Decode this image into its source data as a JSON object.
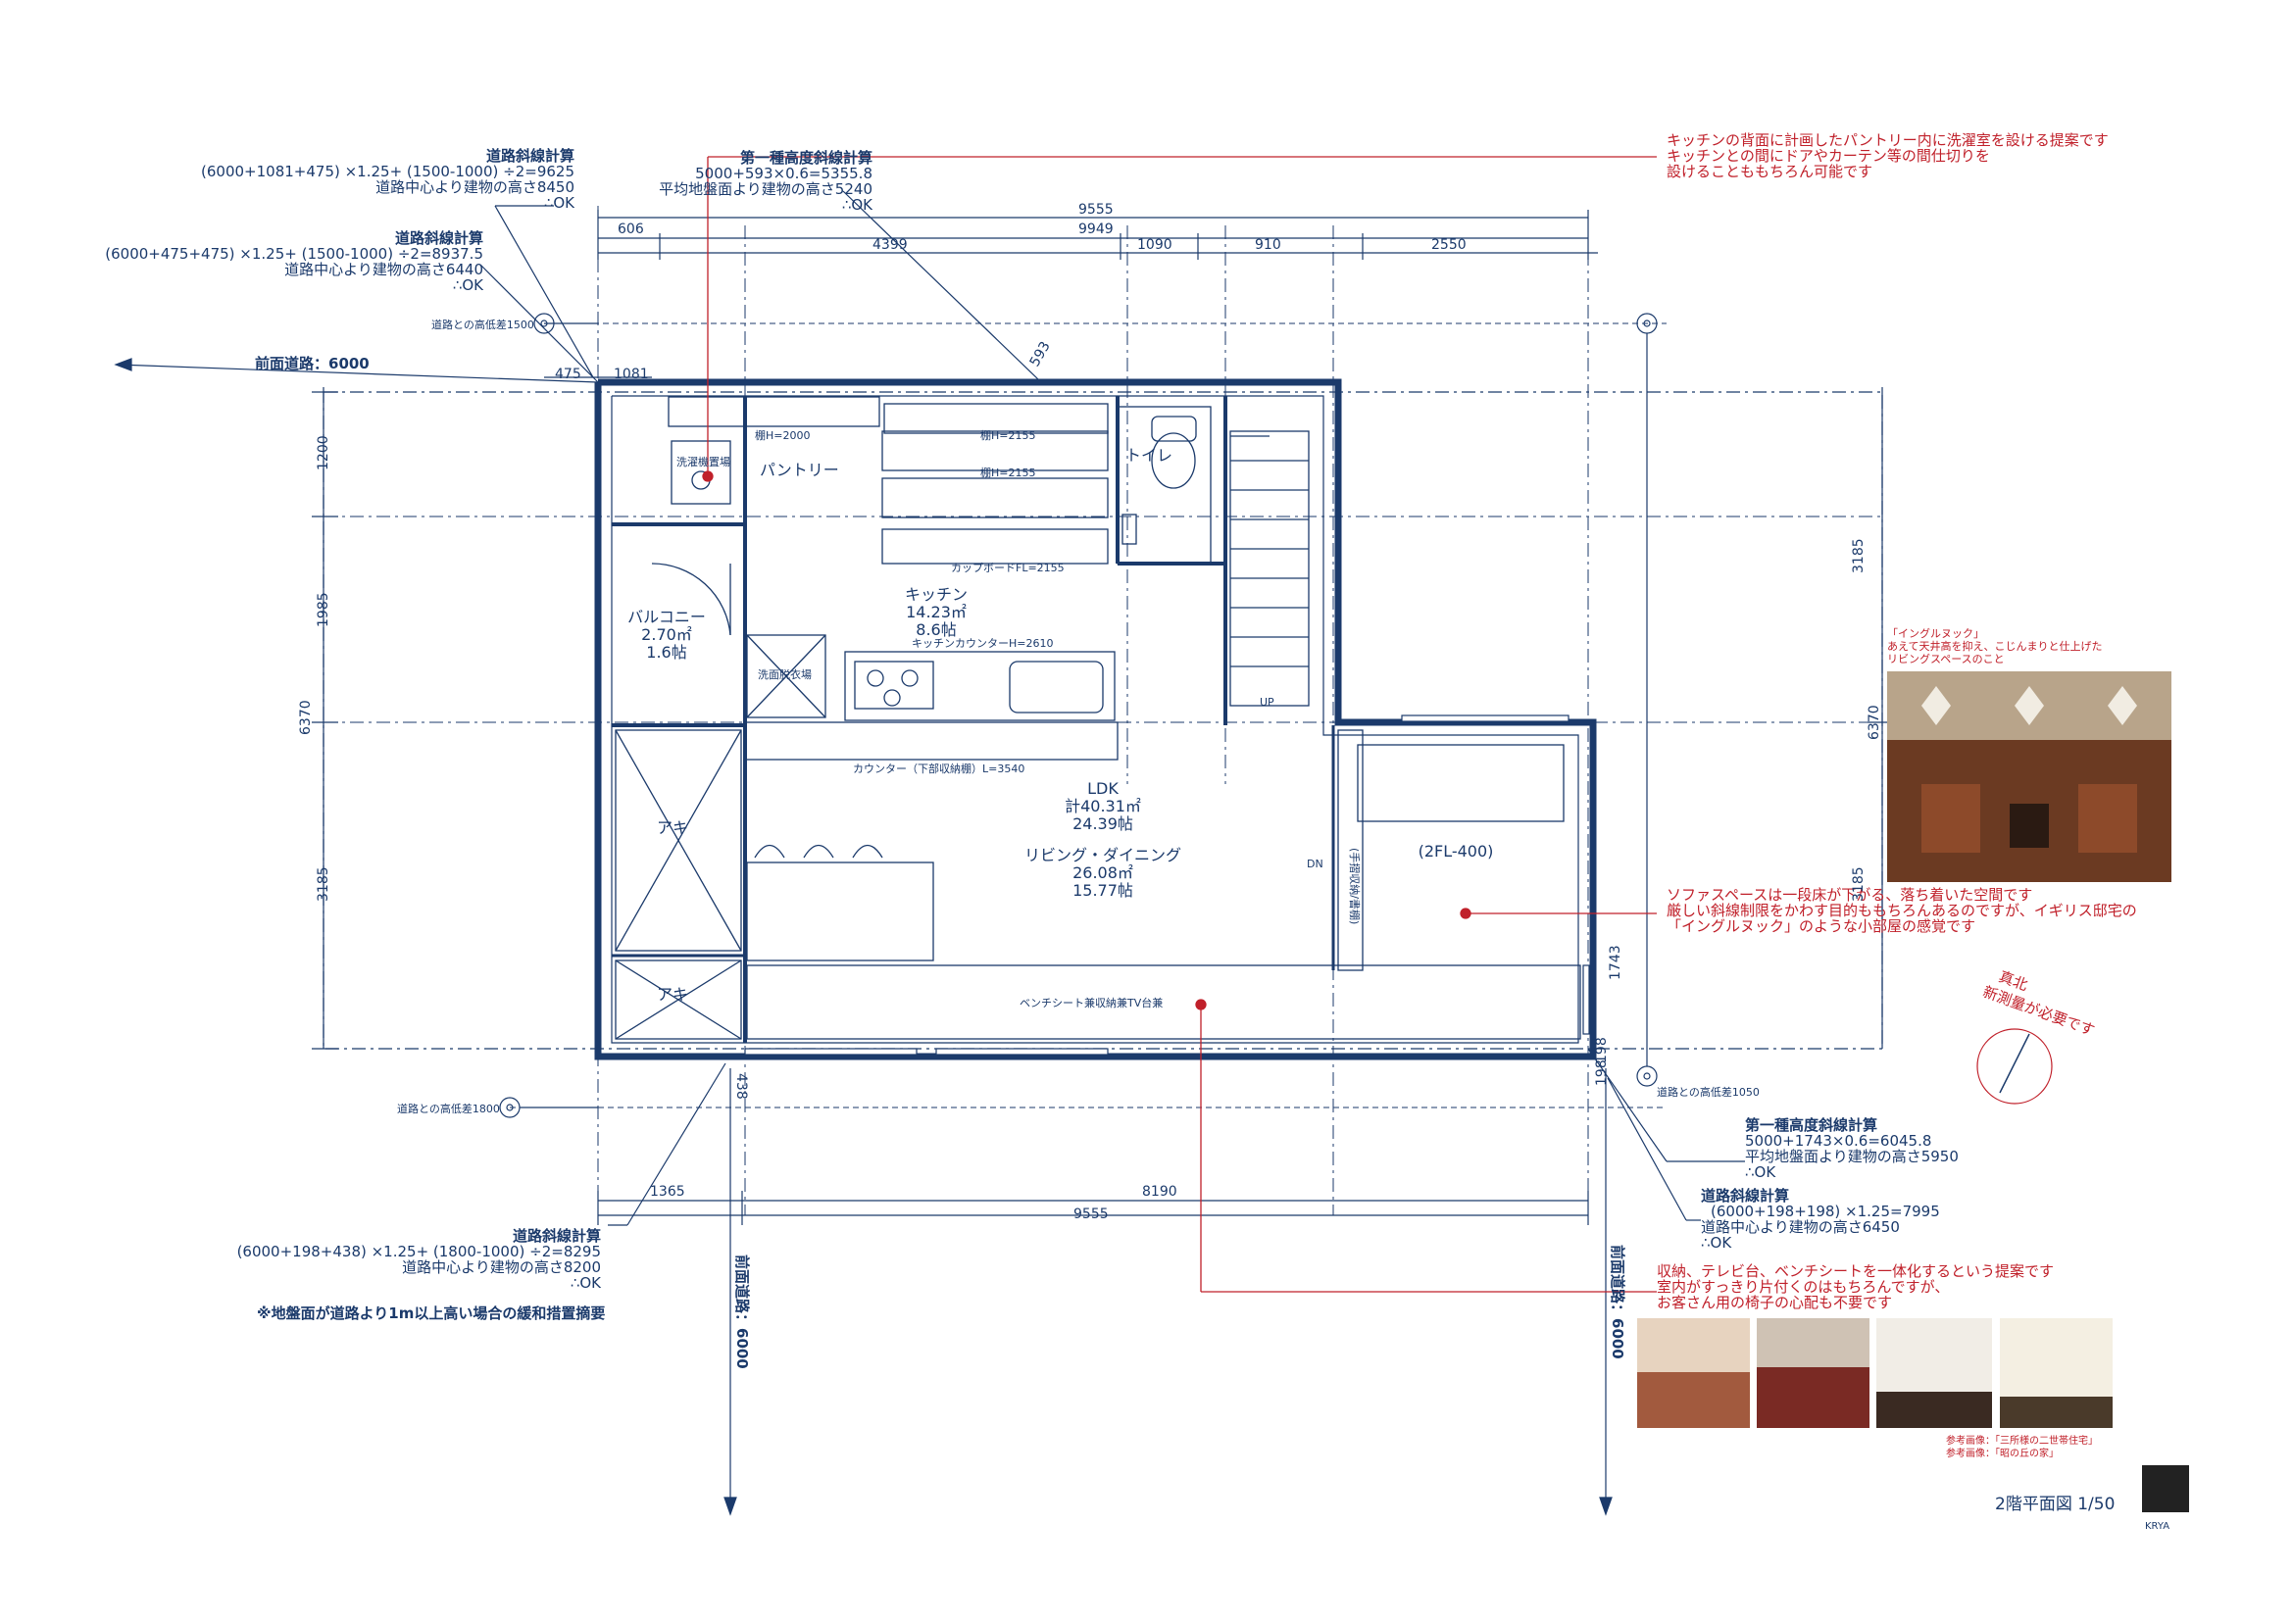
{
  "sheet": {
    "title": "2階平面図 1/50",
    "logo_text": "KRYA"
  },
  "notes": {
    "road_diag_top_1": [
      "道路斜線計算",
      "(6000+1081+475) ×1.25+ (1500-1000) ÷2=9625",
      "道路中心より建物の高さ8450",
      "∴OK"
    ],
    "road_diag_top_2": [
      "道路斜線計算",
      "(6000+475+475) ×1.25+ (1500-1000) ÷2=8937.5",
      "道路中心より建物の高さ6440",
      "∴OK"
    ],
    "height_diag_top": [
      "第一種高度斜線計算",
      "5000+593×0.6=5355.8",
      "平均地盤面より建物の高さ5240",
      "∴OK"
    ],
    "height_diag_right": [
      "第一種高度斜線計算",
      "5000+1743×0.6=6045.8",
      "平均地盤面より建物の高さ5950",
      "∴OK"
    ],
    "road_diag_right": [
      "道路斜線計算",
      "(6000+198+198) ×1.25=7995",
      "道路中心より建物の高さ6450",
      "∴OK"
    ],
    "road_diag_bottom": [
      "道路斜線計算",
      "(6000+198+438) ×1.25+ (1800-1000) ÷2=8295",
      "道路中心より建物の高さ8200",
      "∴OK"
    ],
    "ground_note": "※地盤面が道路より1m以上高い場合の緩和措置摘要",
    "level_diff_1500": "道路との高低差1500",
    "level_diff_1800": "道路との高低差1800",
    "level_diff_1050": "道路との高低差1050"
  },
  "proposals": {
    "pantry": [
      "キッチンの背面に計画したパントリー内に洗濯室を設ける提案です",
      "キッチンとの間にドアやカーテン等の間仕切りを",
      "設けることももちろん可能です"
    ],
    "sofa": [
      "ソファスペースは一段床が下がる、落ち着いた空間です",
      "厳しい斜線制限をかわす目的ももちろんあるのですが、イギリス邸宅の",
      "「イングルヌック」のような小部屋の感覚です"
    ],
    "bench": [
      "収納、テレビ台、ベンチシートを一体化するという提案です",
      "室内がすっきり片付くのはもちろんですが、",
      "お客さん用の椅子の心配も不要です"
    ],
    "north": [
      "真北",
      "新測量が必要です"
    ],
    "ingle_caption": [
      "「イングルヌック」",
      "あえて天井高を抑え、こじんまりと仕上げた",
      "リビングスペースのこと"
    ],
    "photo_refs": [
      "参考画像：「三所様の二世帯住宅」",
      "参考画像：「昭の丘の家」"
    ]
  },
  "roads": {
    "front_top": "前面道路：6000",
    "front_bottom_left": "前面道路：6000",
    "front_bottom_right": "前面道路：6000"
  },
  "dimensions": {
    "top_9555": "9555",
    "top_9949": "9949",
    "top_606": "606",
    "top_4399": "4399",
    "top_1090": "1090",
    "top_910": "910",
    "top_2550": "2550",
    "top_475": "475",
    "top_1081": "1081",
    "top_593": "593",
    "left_1200": "1200",
    "left_1985": "1985",
    "left_6370": "6370",
    "left_3185": "3185",
    "right_3185a": "3185",
    "right_6370": "6370",
    "right_3185b": "3185",
    "right_1743": "1743",
    "right_198a": "198",
    "right_198b": "198",
    "bottom_438": "438",
    "bottom_1365": "1365",
    "bottom_8190": "8190",
    "bottom_9555": "9555"
  },
  "rooms": {
    "pantry": "パントリー",
    "laundry": "洗濯機置場",
    "toilet": "トイレ",
    "kitchen": [
      "キッチン",
      "14.23㎡",
      "8.6帖"
    ],
    "balcony": [
      "バルコニー",
      "2.70㎡",
      "1.6帖"
    ],
    "ldk": [
      "LDK",
      "計40.31㎡",
      "24.39帖"
    ],
    "living": [
      "リビング・ダイニング",
      "26.08㎡",
      "15.77帖"
    ],
    "sofa_level": "(2FL-400)",
    "shelf_1": "棚H=2000",
    "shelf_2": "棚H=2155",
    "shelf_3": "棚H=2155",
    "cupboard": "カップボードFL=2155",
    "kitchen_counter": "キッチンカウンターH=2610",
    "counter_low": "カウンター（下部収納棚）L=3540",
    "bench_seat": "ベンチシート兼収納兼TV台兼",
    "washbasin": "洗面脱衣場",
    "void_1": "アキ",
    "void_2": "アキ",
    "stair_up": "UP",
    "stair_dn": "DN",
    "side_storage": "(手摺収納/書棚)"
  },
  "colors": {
    "line_blue": "#1b3a6b",
    "accent_red": "#c0202a",
    "wall": "#1b3a6b"
  }
}
